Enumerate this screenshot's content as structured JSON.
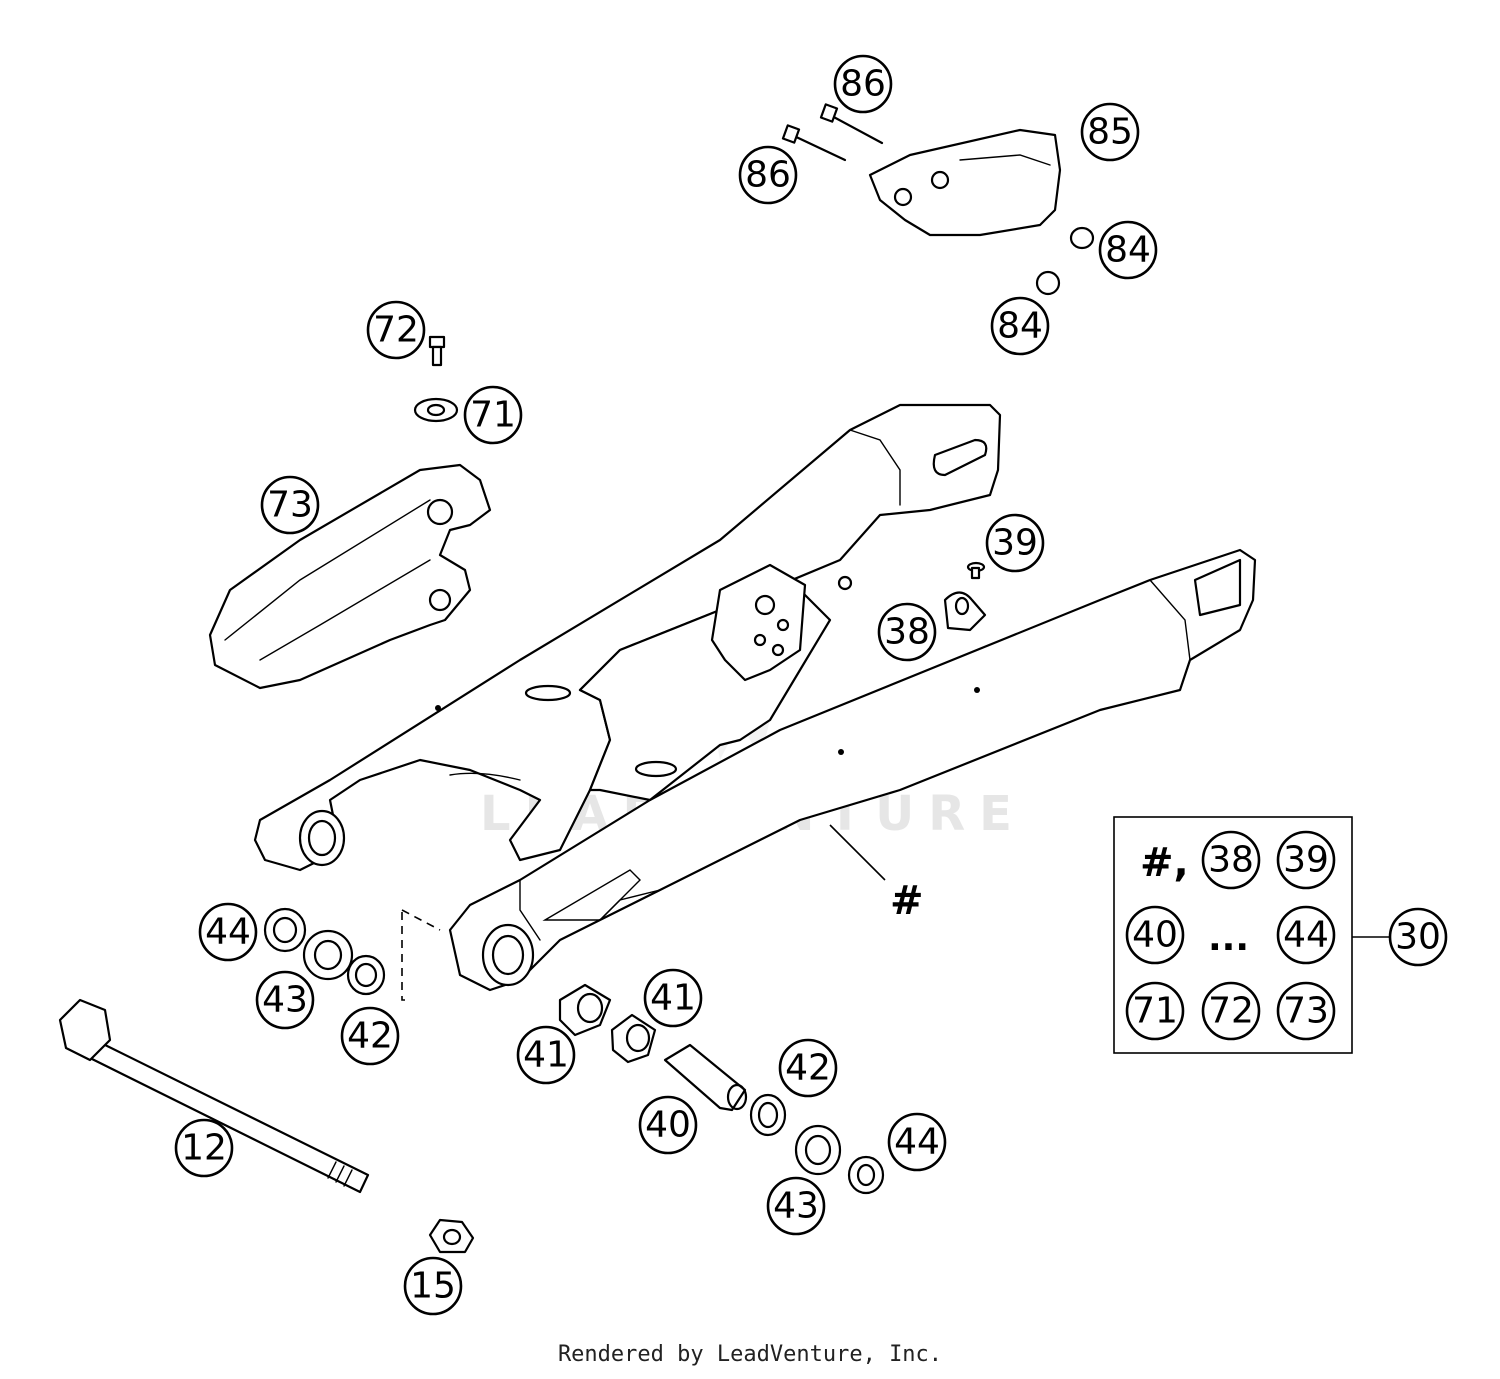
{
  "diagram": {
    "footer": "Rendered by LeadVenture, Inc.",
    "watermark": "LEADVENTURE",
    "swingarm_marker": "#",
    "kit": {
      "marker": "#,",
      "ellipsis": "...",
      "items": [
        "38",
        "39",
        "40",
        "44",
        "71",
        "72",
        "73"
      ],
      "kit_number": "30"
    },
    "callouts": [
      {
        "id": "86a",
        "number": "86"
      },
      {
        "id": "86b",
        "number": "86"
      },
      {
        "id": "85",
        "number": "85"
      },
      {
        "id": "84a",
        "number": "84"
      },
      {
        "id": "84b",
        "number": "84"
      },
      {
        "id": "72",
        "number": "72"
      },
      {
        "id": "71",
        "number": "71"
      },
      {
        "id": "73",
        "number": "73"
      },
      {
        "id": "39",
        "number": "39"
      },
      {
        "id": "38",
        "number": "38"
      },
      {
        "id": "44a",
        "number": "44"
      },
      {
        "id": "43a",
        "number": "43"
      },
      {
        "id": "42a",
        "number": "42"
      },
      {
        "id": "41a",
        "number": "41"
      },
      {
        "id": "41b",
        "number": "41"
      },
      {
        "id": "42b",
        "number": "42"
      },
      {
        "id": "40",
        "number": "40"
      },
      {
        "id": "44b",
        "number": "44"
      },
      {
        "id": "43b",
        "number": "43"
      },
      {
        "id": "12",
        "number": "12"
      },
      {
        "id": "15",
        "number": "15"
      }
    ]
  }
}
